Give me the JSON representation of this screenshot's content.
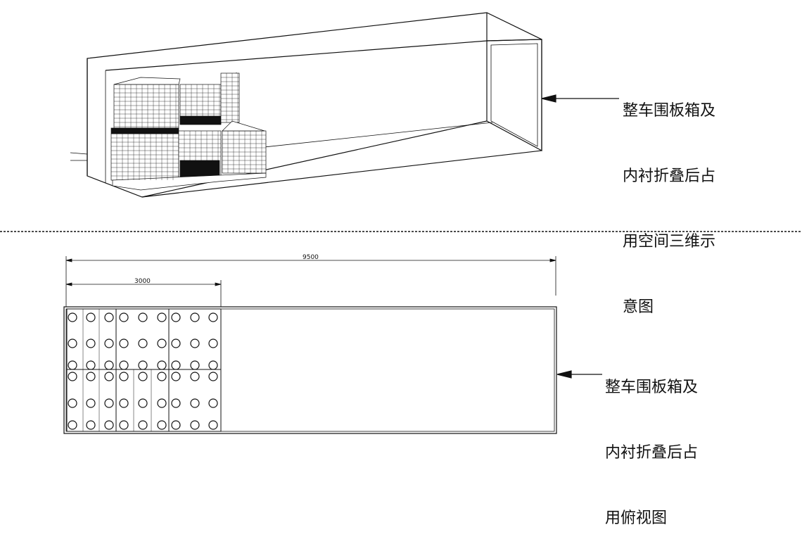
{
  "top_view_label": {
    "lines": [
      "整车围板箱及",
      "内衬折叠后占",
      "用空间三维示",
      "意图"
    ]
  },
  "plan_view_label": {
    "lines": [
      "整车围板箱及",
      "内衬折叠后占",
      "用俯视图"
    ]
  },
  "dimensions": {
    "overall_length": "9500",
    "stack_length": "3000"
  },
  "colors": {
    "line": "#111111",
    "background": "#ffffff"
  }
}
